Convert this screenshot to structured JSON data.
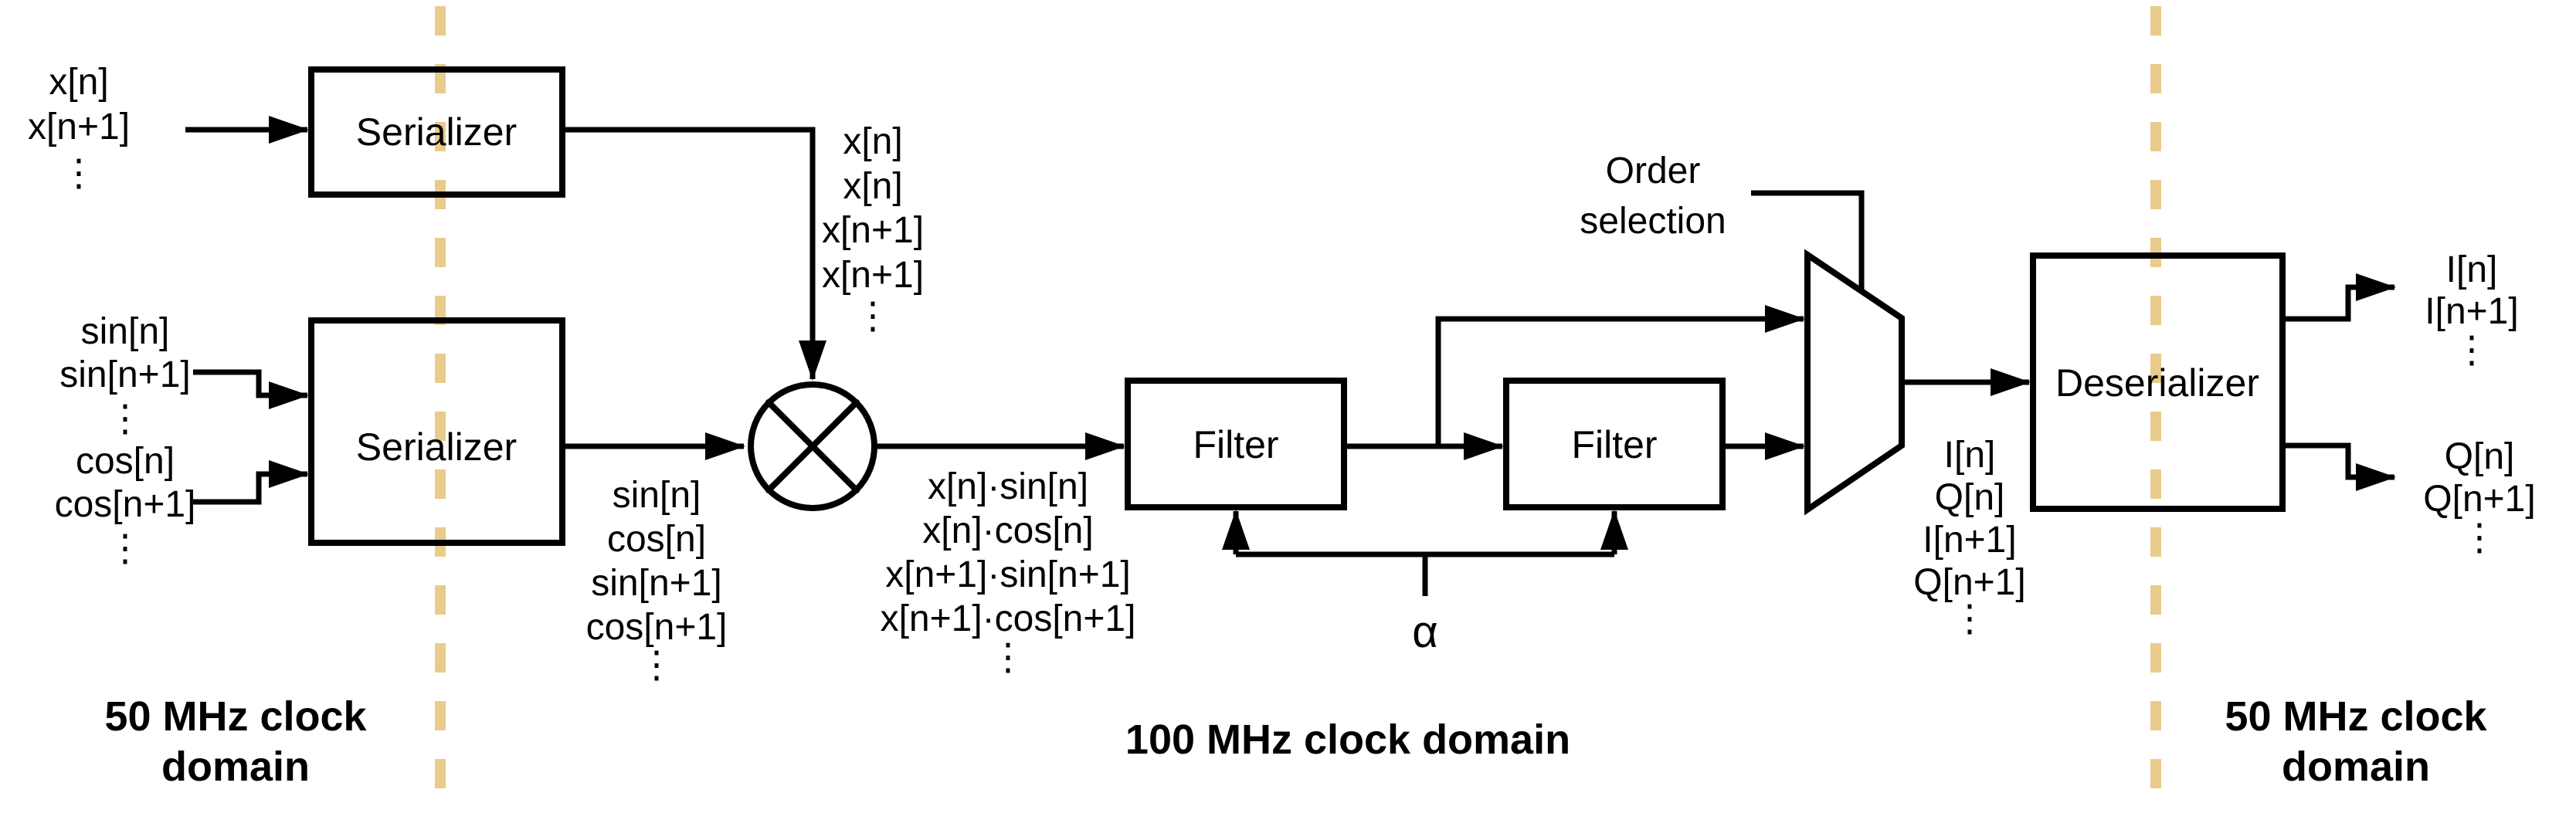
{
  "blocks": {
    "serializer1": "Serializer",
    "serializer2": "Serializer",
    "filter1": "Filter",
    "filter2": "Filter",
    "deserializer": "Deserializer"
  },
  "inputs": {
    "x": [
      "x[n]",
      "x[n+1]",
      "⋮"
    ],
    "sin": [
      "sin[n]",
      "sin[n+1]",
      "⋮"
    ],
    "cos": [
      "cos[n]",
      "cos[n+1]",
      "⋮"
    ]
  },
  "streams": {
    "x_serialized": [
      "x[n]",
      "x[n]",
      "x[n+1]",
      "x[n+1]",
      "⋮"
    ],
    "sincos_serialized": [
      "sin[n]",
      "cos[n]",
      "sin[n+1]",
      "cos[n+1]",
      "⋮"
    ],
    "products": [
      "x[n]·sin[n]",
      "x[n]·cos[n]",
      "x[n+1]·sin[n+1]",
      "x[n+1]·cos[n+1]",
      "⋮"
    ],
    "iq_serial": [
      "I[n]",
      "Q[n]",
      "I[n+1]",
      "Q[n+1]",
      "⋮"
    ]
  },
  "outputs": {
    "i": [
      "I[n]",
      "I[n+1]",
      "⋮"
    ],
    "q": [
      "Q[n]",
      "Q[n+1]",
      "⋮"
    ]
  },
  "controls": {
    "order_selection": [
      "Order",
      "selection"
    ],
    "alpha": "α"
  },
  "clock_domains": {
    "left": [
      "50 MHz clock",
      "domain"
    ],
    "center": "100 MHz clock domain",
    "right": [
      "50 MHz clock",
      "domain"
    ]
  },
  "colors": {
    "stroke": "#000000",
    "background": "#ffffff",
    "clock_boundary": "#e9cb8c"
  }
}
